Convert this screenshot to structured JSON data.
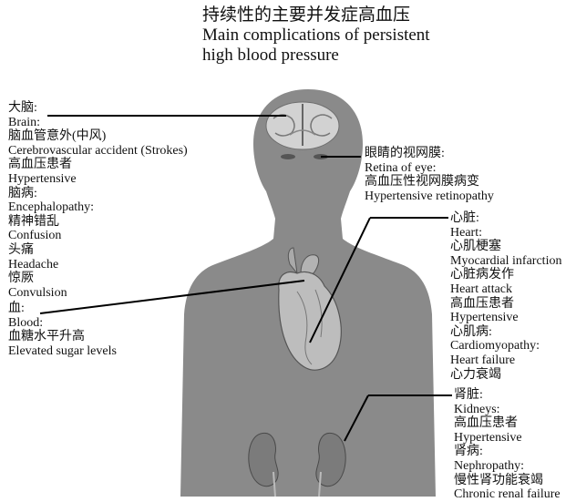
{
  "title": {
    "zh": "持续性的主要并发症高血压",
    "en_line1": "Main complications of persistent",
    "en_line2": "high blood pressure"
  },
  "colors": {
    "body": "#8a8a8a",
    "brain": "#c9c9c9",
    "heart": "#b9b9b9",
    "kidney": "#7b7b7b",
    "leader": "#000000"
  },
  "labels": {
    "brain": [
      "大脑:",
      "Brain:",
      "脑血管意外(中风)",
      "Cerebrovascular accident (Strokes)",
      "高血压患者",
      "Hypertensive",
      "脑病:",
      "Encephalopathy:",
      "精神错乱",
      "Confusion",
      "头痛",
      "Headache",
      "惊厥",
      "Convulsion"
    ],
    "blood": [
      "血:",
      "Blood:",
      "血糖水平升高",
      "Elevated sugar levels"
    ],
    "eye": [
      "眼睛的视网膜:",
      "Retina of eye:",
      "高血压性视网膜病变",
      "Hypertensive retinopathy"
    ],
    "heart": [
      "心脏:",
      "Heart:",
      "心肌梗塞",
      "Myocardial infarction",
      "心脏病发作",
      "Heart attack",
      "高血压患者",
      "Hypertensive",
      "心肌病:",
      "Cardiomyopathy:",
      "Heart failure",
      "心力衰竭"
    ],
    "kidney": [
      "肾脏:",
      "Kidneys:",
      "高血压患者",
      "Hypertensive",
      "肾病:",
      "Nephropathy:",
      "慢性肾功能衰竭",
      "Chronic renal failure"
    ]
  }
}
